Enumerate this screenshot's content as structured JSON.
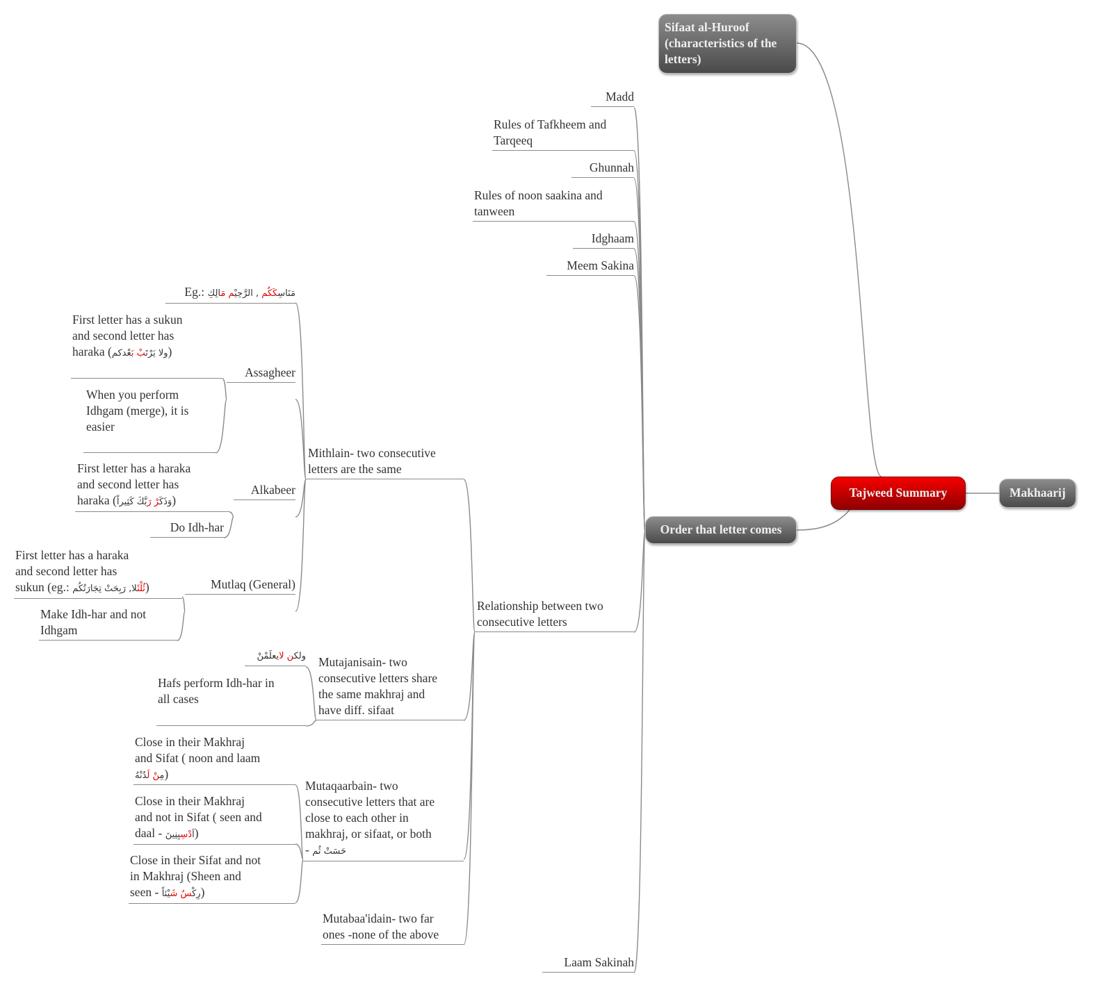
{
  "central": {
    "label": "Tajweed Summary"
  },
  "top_nodes": {
    "sifaat": "Sifaat al-Huroof\n(characteristics of the\nletters)",
    "makhaarij": "Makhaarij",
    "order": "Order that letter comes"
  },
  "order_children": {
    "madd": "Madd",
    "tafkheem": "Rules of Tafkheem and\nTarqeeq",
    "ghunnah": "Ghunnah",
    "noon": "Rules of noon saakina and\ntanween",
    "idghaam": "Idghaam",
    "meem": "Meem Sakina",
    "relationship": "Relationship between two\nconsecutive letters",
    "laam": "Laam Sakinah"
  },
  "relationship_children": {
    "mithlain": "Mithlain- two consecutive\nletters are the same",
    "mutajanisain": "Mutajanisain- two\nconsecutive letters share\nthe same makhraj and\nhave diff. sifaat",
    "mutaqaarbain": "Mutaqaarbain- two\nconsecutive letters that are\nclose to each other in\nmakhraj, or sifaat, or both\n- ",
    "mutaqaarbain_ar": "حَسَتْ ثُم",
    "mutabaaidain": "Mutabaa'idain- two far\nones -none of the above"
  },
  "mithlain_children": {
    "eg_prefix": "Eg.: ",
    "eg_ar": [
      "مَنَاسِ",
      "كَكُم",
      " , الرَّحِيْ",
      "م مَ",
      "الِكِ"
    ],
    "assagheer": "Assagheer",
    "alkabeer": "Alkabeer",
    "mutlaq": "Mutlaq (General)"
  },
  "assagheer_children": {
    "sukun": " First letter has a sukun\nand second letter has\nharaka (",
    "sukun_ar": [
      "ولا يَرْتَ",
      "بْ بَ",
      "عْدكم"
    ],
    "close": ")",
    "idhgam": "When you perform\nIdhgam (merge), it is\neasier"
  },
  "alkabeer_children": {
    "haraka": "First letter has a haraka\nand second letter has\nharaka  (",
    "haraka_ar": [
      "وَذَكَ",
      "رْ رَ",
      "بَّكَ كَثِيراً"
    ],
    "close": ")",
    "idhhar": "Do Idh-har"
  },
  "mutlaq_children": {
    "sukun": "First letter has a haraka\nand second letter has\nsukun (eg.: ",
    "sukun_ar": [
      "ثُلْثَ",
      "لا, رَبِحَتْ تِجَارَتُكُم"
    ],
    "close": ")",
    "make": "Make Idh-har and not\nIdhgam"
  },
  "mutajanisain_children": {
    "example_ar": [
      "ولك",
      "ن لا",
      "يعلَمْنْ"
    ],
    "hafs": "Hafs perform Idh-har in\nall cases"
  },
  "mutaqaarbain_children": {
    "c1": "Close in their Makhraj\nand Sifat ( noon and laam\n",
    "c1_ar": [
      "مِ",
      "نْ لَ",
      "دُنْهُ"
    ],
    "c2": "Close in their Makhraj\nand not in Sifat ( seen and\ndaal - ",
    "c2_ar": [
      "اَ",
      "دْسِ",
      "بِنِينَ"
    ],
    "c3": "Close in their Sifat and not\nin Makhraj (Sheen and\nseen - ",
    "c3_ar": [
      "رِكْ",
      "سٌ شَ",
      "يْئاً"
    ],
    "close": ")"
  },
  "colors": {
    "central": "#d00000",
    "node": "#5a5a5a",
    "line": "#8a8a8a",
    "highlight": "#e00000"
  }
}
